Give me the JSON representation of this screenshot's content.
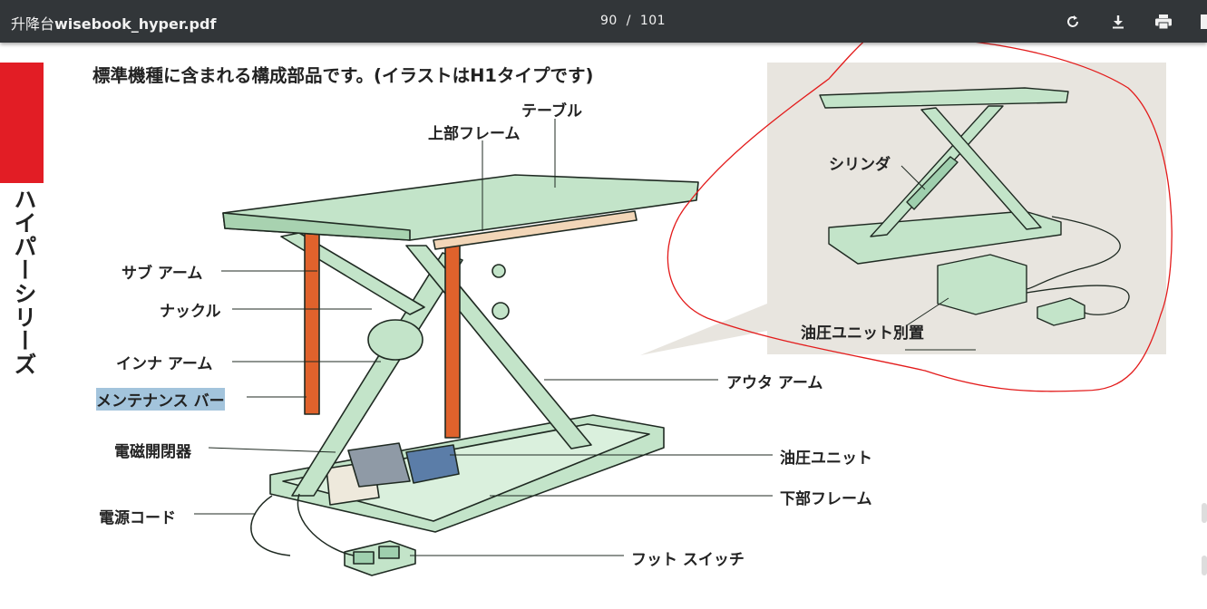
{
  "toolbar": {
    "title_prefix": "升降台",
    "title_bold": "wisebook_hyper.pdf",
    "page_current": "90",
    "page_sep": "/",
    "page_total": "101",
    "icons": [
      "rotate-icon",
      "download-icon",
      "print-icon"
    ]
  },
  "page": {
    "side_title": "ハイパーシリーズ",
    "heading": "標準機種に含まれる構成部品です。(イラストはH1タイプです)",
    "labels": {
      "table": "テーブル",
      "upper_frame": "上部フレーム",
      "sub_arm": "サブ アーム",
      "knuckle": "ナックル",
      "inner_arm": "インナ アーム",
      "maintenance_bar": "メンテナンス バー",
      "solenoid": "電磁開閉器",
      "power_cord": "電源コード",
      "outer_arm": "アウタ アーム",
      "hydraulic_unit": "油圧ユニット",
      "lower_frame": "下部フレーム",
      "foot_switch": "フット スイッチ",
      "cylinder": "シリンダ",
      "separate_unit": "油圧ユニット別置"
    }
  },
  "colors": {
    "toolbar_bg": "#323639",
    "side_tab": "#e21d25",
    "machine_green": "#c3e4c9",
    "maintenance_bar": "#e0622c",
    "inset_bg": "#e8e5df",
    "annotation_red": "#e31b1b",
    "highlight": "#a3c4dc"
  }
}
